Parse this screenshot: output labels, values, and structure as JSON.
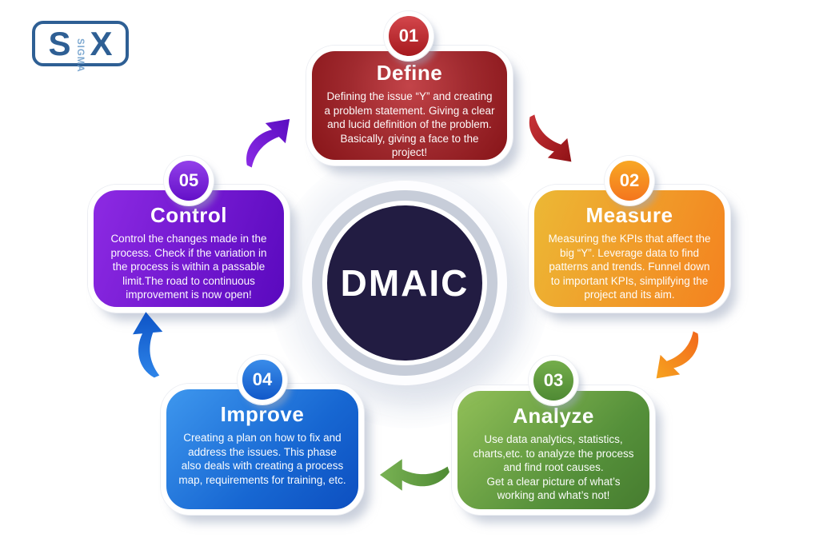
{
  "logo": {
    "letter_s": "S",
    "word_sigma": "SIGMA",
    "letter_x": "X",
    "primary_color": "#2e5f94",
    "sigma_color": "#7ea9d1"
  },
  "center": {
    "label": "DMAIC",
    "background_color": "#221c42",
    "ring_color": "#c7cdd9"
  },
  "steps": [
    {
      "number": "01",
      "title": "Define",
      "description": "Defining the issue “Y” and creating a problem statement. Giving a clear and lucid definition of the problem. Basically, giving a face to the project!",
      "card_color_from": "#c34449",
      "card_color_to": "#871418",
      "badge_color": "#b5222a"
    },
    {
      "number": "02",
      "title": "Measure",
      "description": "Measuring the KPIs that affect the big “Y”. Leverage data to find patterns and trends. Funnel down to important KPIs, simplifying the project and its aim.",
      "card_color_from": "#ecb835",
      "card_color_to": "#f4821f",
      "badge_color": "#f68c20"
    },
    {
      "number": "03",
      "title": "Analyze",
      "description": "Use data analytics, statistics, charts,etc. to analyze the process and find root causes.\nGet a clear picture of what’s working and what’s not!",
      "card_color_from": "#92c058",
      "card_color_to": "#467c2f",
      "badge_color": "#5d9a3e"
    },
    {
      "number": "04",
      "title": "Improve",
      "description": "Creating a plan on how to fix and address the issues. This phase also deals with creating a process map, requirements for training, etc.",
      "card_color_from": "#3e97ee",
      "card_color_to": "#0d4fc0",
      "badge_color": "#1f6fd6"
    },
    {
      "number": "05",
      "title": "Control",
      "description": "Control the changes made in the process. Check if the variation in the process is within a passable limit.The road to continuous improvement is now open!",
      "card_color_from": "#8d2ae3",
      "card_color_to": "#5a09be",
      "badge_color": "#7b21e0"
    }
  ],
  "arrows": [
    {
      "name": "control-to-define",
      "color_from": "#8b2be6",
      "color_to": "#5a0cc0"
    },
    {
      "name": "define-to-measure",
      "color_from": "#c93237",
      "color_to": "#8f1216"
    },
    {
      "name": "measure-to-analyze",
      "color_from": "#f6a21f",
      "color_to": "#f2691c"
    },
    {
      "name": "analyze-to-improve",
      "color_from": "#79b254",
      "color_to": "#4e8a33"
    },
    {
      "name": "improve-to-control",
      "color_from": "#2f86ea",
      "color_to": "#0e54c6"
    }
  ]
}
